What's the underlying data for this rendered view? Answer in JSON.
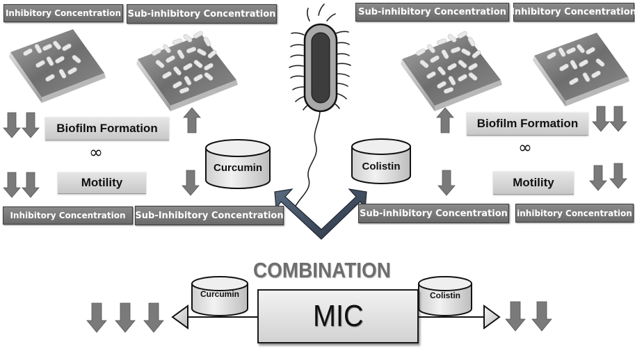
{
  "diagram": {
    "top_left": {
      "inhibitory_label": "Inhibitory Concentration",
      "sub_inhibitory_label": "Sub-inhibitory Concentration",
      "biofilm_label": "Biofilm Formation",
      "motility_label": "Motility",
      "bottom_inhibitory_label": "Inhibitory Concentration",
      "bottom_sub_inhibitory_label": "Sub-Inhibitory Concentration",
      "infinity_symbol": "∞"
    },
    "top_right": {
      "sub_inhibitory_label": "Sub-inhibitory Concentration",
      "inhibitory_label": "Inhibitory Concentration",
      "biofilm_label": "Biofilm Formation",
      "motility_label": "Motility",
      "bottom_sub_inhibitory_label": "Sub-inhibitory Concentration",
      "bottom_inhibitory_label": "inhibitory Concentration",
      "infinity_symbol": "∞"
    },
    "drugs": {
      "left": "Curcumin",
      "right": "Colistin"
    },
    "combination": {
      "title": "COMBINATION",
      "center_label": "MIC",
      "left_drug": "Curcumin",
      "right_drug": "Colistin",
      "left_down_arrows": 3,
      "right_down_arrows": 2
    },
    "colors": {
      "arrow_gray": "#7a7a7a",
      "box_dark": "#757575",
      "box_light": "#d9d9d9",
      "v_arrow": "#3c4a5e"
    }
  }
}
